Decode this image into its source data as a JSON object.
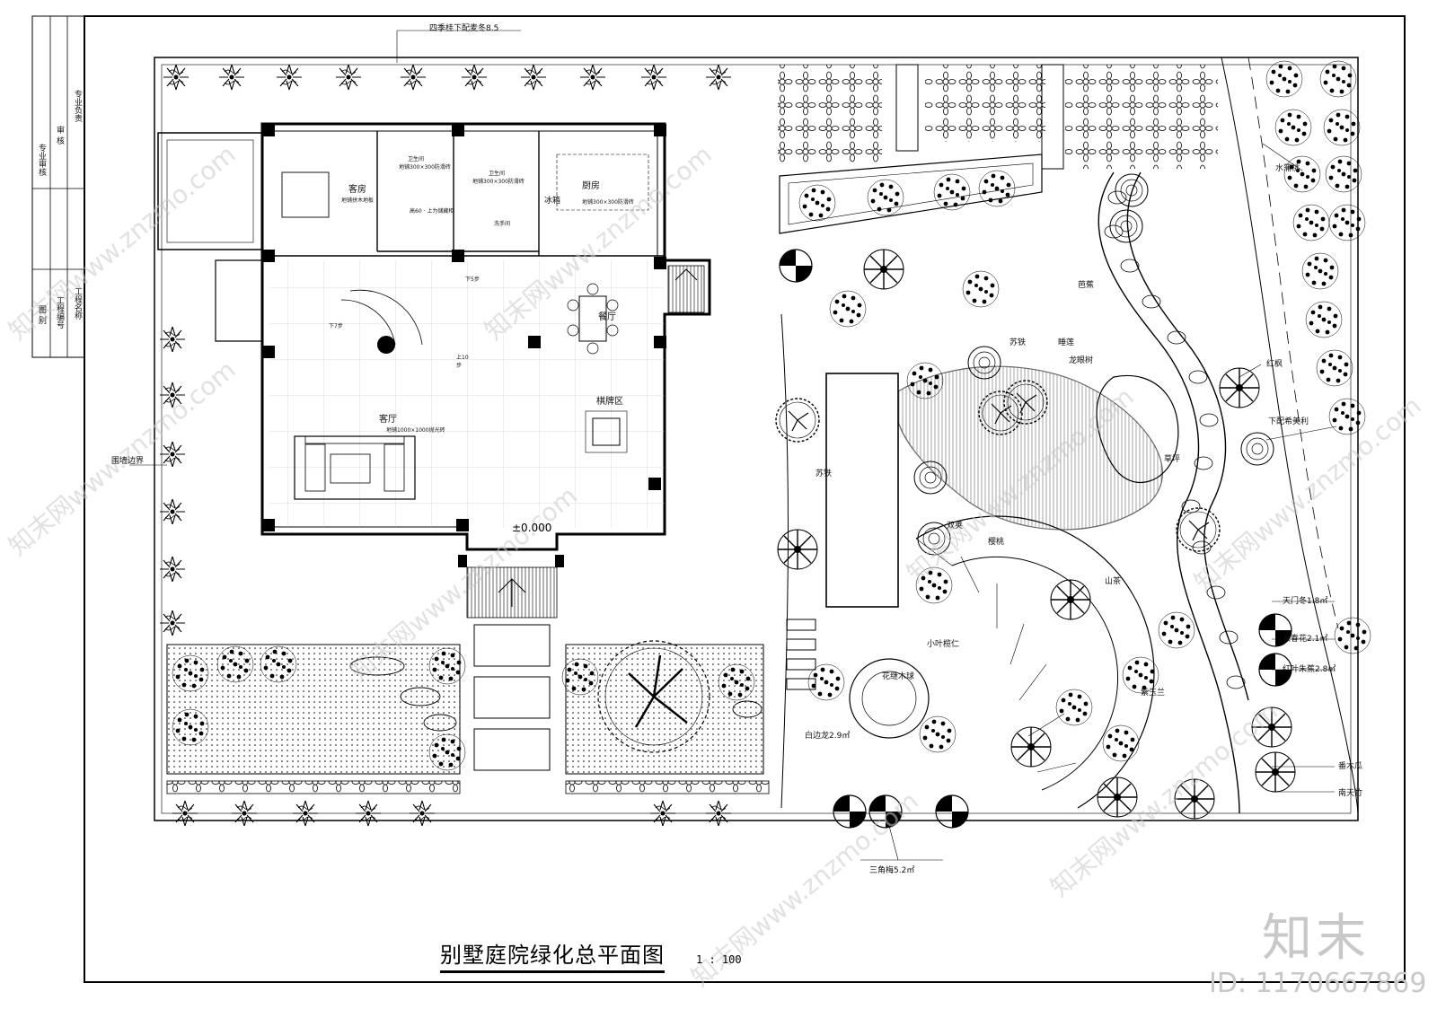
{
  "drawing": {
    "title": "别墅庭院绿化总平面图",
    "scale": "1 : 100",
    "level_mark": "±0.000"
  },
  "watermark": {
    "brand": "知末",
    "id": "ID: 1170667869",
    "repeat_text": "知末网www.znzmo.com"
  },
  "title_block": {
    "top_cells": [
      "专业负责",
      "审 核",
      "专业审核"
    ],
    "bottom_cells": [
      "工程名称",
      "工程编号",
      "图 别"
    ]
  },
  "rooms": {
    "guest_room": "客房",
    "guest_floor": "地铺拼木地板",
    "bath1": "卫生间",
    "bath1_floor": "地铺300×300防滑砖",
    "bath2": "卫生间",
    "bath2_floor": "地铺300×300防滑砖",
    "kitchen": "厨房",
    "kitchen_floor": "地铺300×300防滑砖",
    "fridge": "冰箱",
    "washroom": "洗手间",
    "cabinet_note": "高60 · 上为储藏柜",
    "stairs_down5": "下5步",
    "stairs_down7": "下7步",
    "dining": "餐厅",
    "up10": "上10步",
    "mahjong": "棋牌区",
    "living": "客厅",
    "living_floor": "地铺1000×1000抛光砖"
  },
  "plants": {
    "osmanthus": "四季桂下配麦冬8.5",
    "boundary": "围墙边界",
    "shuiqiang": "水蒲桃",
    "sulian": "睡莲",
    "tiechong": "苏铁",
    "longan": "龙眼树",
    "maple": "红枫",
    "hemei": "下配希美利",
    "banana": "芭蕉",
    "sutie2": "苏铁",
    "shanche": "山茶",
    "xiaoye": "小叶榄仁",
    "huajimu": "花继木球",
    "tianmen": "天门冬1.8㎡",
    "changchun": "长春花2.1㎡",
    "hongye": "红叶朱蕉2.8㎡",
    "ziyulan": "紫玉兰",
    "baibian": "白边龙2.9㎡",
    "fanmugua": "番木瓜",
    "nantian": "南天竹",
    "sanjiao": "三角梅5.2㎡",
    "shucai": "双荚",
    "lawn": "草坪",
    "yinghua": "樱桃"
  }
}
